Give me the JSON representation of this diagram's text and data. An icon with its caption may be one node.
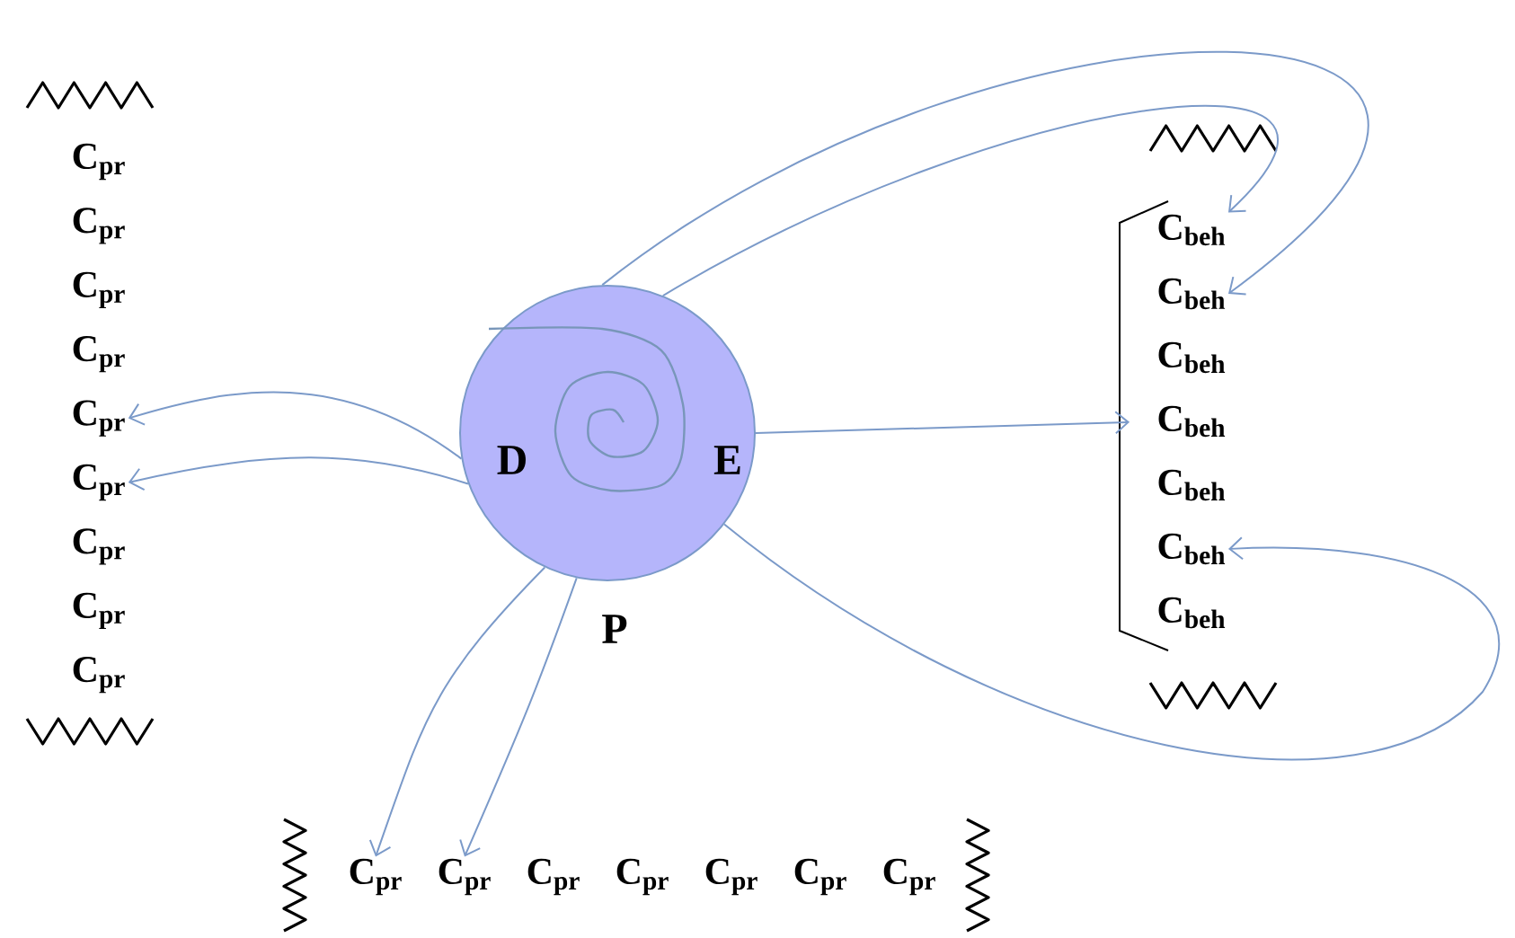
{
  "diagram": {
    "nodes": [
      {
        "text": [
          "D",
          "E",
          "P"
        ]
      },
      {
        "text": [
          "C$_{pr}$"
        ]
      },
      {
        "text": [
          "C$_{pr}$"
        ]
      },
      {
        "text": [
          "C$_{pr}$"
        ]
      },
      {
        "text": [
          "C$_{pr}$"
        ]
      },
      {
        "text": [
          "C$_{pr}$"
        ]
      },
      {
        "text": [
          "C$_{pr}$"
        ]
      },
      {
        "text": [
          "C$_{pr}$"
        ]
      },
      {
        "text": [
          "C$_{pr}$"
        ]
      },
      {
        "text": [
          "C$_{pr}$"
        ]
      },
      {
        "text": [
          "C$_{beh}$"
        ]
      },
      {
        "text": [
          "C$_{beh}$"
        ]
      },
      {
        "text": [
          "C$_{beh}$"
        ]
      },
      {
        "text": [
          "C$_{beh}$"
        ]
      },
      {
        "text": [
          "C$_{beh}$"
        ]
      },
      {
        "text": [
          "C$_{beh}$"
        ]
      },
      {
        "text": [
          "C$_{beh}$"
        ]
      },
      {
        "text": [
          "C$_{pr}$"
        ]
      },
      {
        "text": [
          "C$_{pr}$"
        ]
      },
      {
        "text": [
          "C$_{pr}$"
        ]
      },
      {
        "text": [
          "C$_{pr}$"
        ]
      },
      {
        "text": [
          "C$_{pr}$"
        ]
      },
      {
        "text": [
          "C$_{pr}$"
        ]
      },
      {
        "text": [
          "C$_{pr}$"
        ]
      }
    ],
    "edges": [
      {
        "from": 0,
        "to": 5,
        "arrow": "to"
      },
      {
        "from": 0,
        "to": 6,
        "arrow": "to"
      },
      {
        "from": 0,
        "to": 17,
        "arrow": "to"
      },
      {
        "from": 0,
        "to": 18,
        "arrow": "to"
      },
      {
        "from": 0,
        "to": 13,
        "arrow": "to"
      },
      {
        "from": 0,
        "to": 10,
        "arrow": "to"
      },
      {
        "from": 0,
        "to": 11,
        "arrow": "to"
      },
      {
        "from": 0,
        "to": 15,
        "arrow": "to"
      }
    ]
  }
}
